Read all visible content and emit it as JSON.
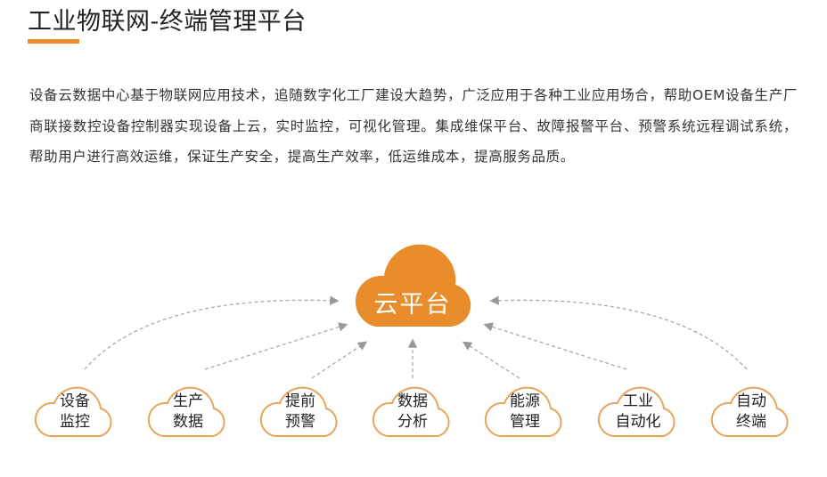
{
  "title": "工业物联网-终端管理平台",
  "description": "设备云数据中心基于物联网应用技术，追随数字化工厂建设大趋势，广泛应用于各种工业应用场合，帮助OEM设备生产厂商联接数控设备控制器实现设备上云，实时监控，可视化管理。集成维保平台、故障报警平台、预警系统远程调试系统，帮助用户进行高效运维，保证生产安全，提高生产效率，低运维成本，提高服务品质。",
  "colors": {
    "accent": "#ee8d2a",
    "main_cloud": "#e88c2c",
    "arrow": "#aaaaaa"
  },
  "platform": "云平台",
  "nodes": [
    {
      "l1": "设备",
      "l2": "监控"
    },
    {
      "l1": "生产",
      "l2": "数据"
    },
    {
      "l1": "提前",
      "l2": "预警"
    },
    {
      "l1": "数据",
      "l2": "分析"
    },
    {
      "l1": "能源",
      "l2": "管理"
    },
    {
      "l1": "工业",
      "l2": "自动化"
    },
    {
      "l1": "自动",
      "l2": "终端"
    }
  ]
}
